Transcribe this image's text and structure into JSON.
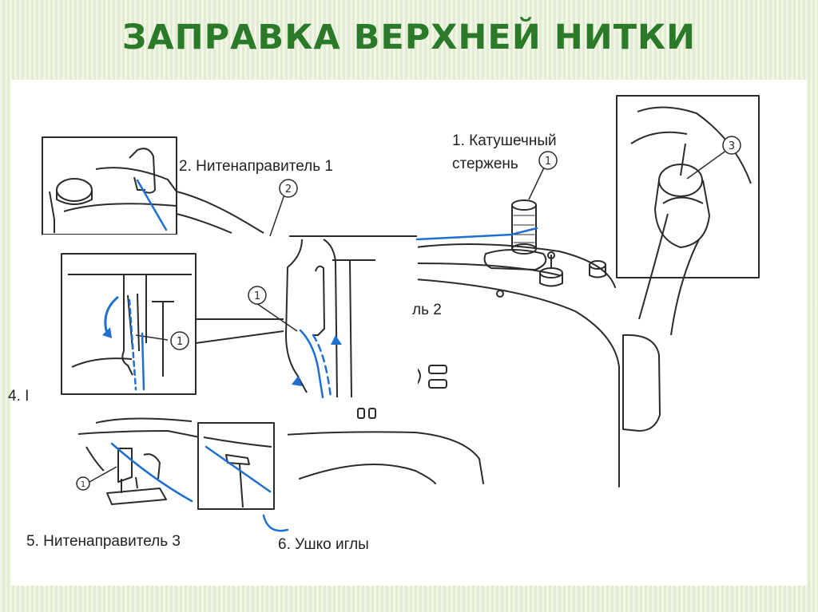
{
  "slide": {
    "title": "ЗАПРАВКА ВЕРХНЕЙ НИТКИ"
  },
  "labels": {
    "spool_pin_line1": "1. Катушечный",
    "spool_pin_line2": "стержень",
    "guide1": "2. Нитенаправитель 1",
    "guide2_partial": "ль 2",
    "step4_partial": "4. І",
    "guide3": "5. Нитенаправитель 3",
    "needle_eye": "6. Ушко иглы"
  },
  "callouts": [
    "1",
    "1",
    "1",
    "1",
    "2",
    "3"
  ],
  "colors": {
    "title": "#2a7a2a",
    "thread": "#1f6fd1",
    "lineart": "#2b2b2b"
  }
}
